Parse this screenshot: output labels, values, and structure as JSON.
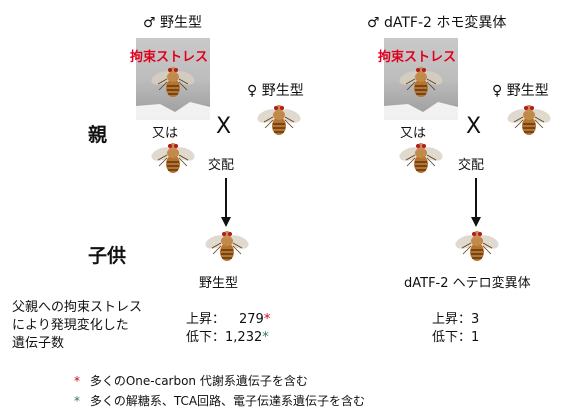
{
  "left": {
    "father_label": "♂ 野生型",
    "stress_label": "拘束ストレス",
    "mother_label": "♀ 野生型",
    "or_label": "又は",
    "cross_symbol": "X",
    "mating_label": "交配",
    "offspring_label": "野生型",
    "up_label": "上昇：",
    "up_value": "279",
    "up_mark": "*",
    "down_label": "低下：",
    "down_value": "1,232",
    "down_mark": "*"
  },
  "right": {
    "father_label": "♂ dATF-2 ホモ変異体",
    "stress_label": "拘束ストレス",
    "mother_label": "♀ 野生型",
    "or_label": "又は",
    "cross_symbol": "X",
    "mating_label": "交配",
    "offspring_label": "dATF-2 ヘテロ変異体",
    "up_label": "上昇：",
    "up_value": "3",
    "down_label": "低下：",
    "down_value": "1"
  },
  "row_labels": {
    "parents": "親",
    "offspring": "子供"
  },
  "description": [
    "父親への拘束ストレス",
    "により発現変化した",
    "遺伝子数"
  ],
  "footnotes": [
    {
      "mark": "*",
      "color": "#d0001a",
      "text": "多くのOne-carbon 代謝系遺伝子を含む"
    },
    {
      "mark": "*",
      "color": "#2a7a4b",
      "text": "多くの解糖系、TCA回路、電子伝達系遺伝子を含む"
    }
  ]
}
